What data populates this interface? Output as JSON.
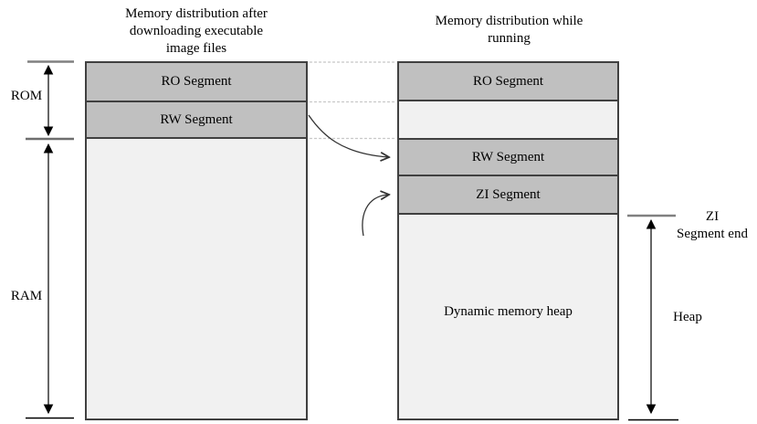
{
  "titles": {
    "left": "Memory distribution after\ndownloading executable\nimage files",
    "right": "Memory distribution while\nrunning"
  },
  "left_column": {
    "ro_label": "RO Segment",
    "rw_label": "RW Segment"
  },
  "right_column": {
    "ro_label": "RO Segment",
    "rw_label": "RW Segment",
    "zi_label": "ZI Segment",
    "heap_label": "Dynamic memory heap"
  },
  "annotations": {
    "rom": "ROM",
    "ram": "RAM",
    "zi_end": "ZI\nSegment end",
    "heap": "Heap"
  },
  "colors": {
    "segment_fill": "#c0c0c0",
    "column_fill": "#f1f1f1",
    "border": "#404040",
    "dotted_line": "#c8c8c8",
    "arrow": "#000000",
    "tick_gray": "#808080"
  }
}
